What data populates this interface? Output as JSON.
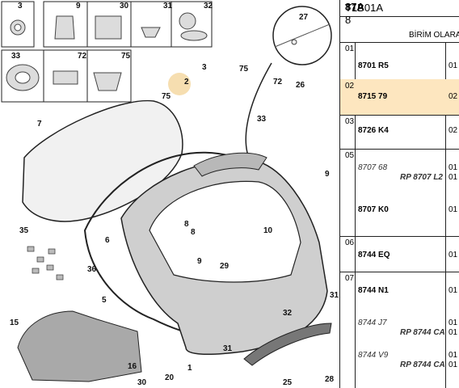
{
  "header": {
    "ref_prefix": "T1B 8",
    "ref_bold": "87A",
    "ref_suffix": "01A"
  },
  "subheader": {
    "label": "BİRİM OLARA"
  },
  "rows": [
    {
      "idx": "01",
      "parts": [
        {
          "text": "8701 R5",
          "style": "bold"
        }
      ],
      "qty": [
        "01"
      ]
    },
    {
      "idx": "02",
      "parts": [
        {
          "text": "8715 79",
          "style": "bold"
        }
      ],
      "qty": [
        "02"
      ],
      "selected": true
    },
    {
      "idx": "03",
      "parts": [
        {
          "text": "8726 K4",
          "style": "bold"
        }
      ],
      "qty": [
        "02"
      ]
    },
    {
      "idx": "05",
      "parts": [
        {
          "text": "8707 68",
          "style": "italic"
        },
        {
          "text": "RP 8707 L2",
          "style": "bolditalic"
        },
        {
          "text": "8707 K0",
          "style": "bold"
        }
      ],
      "qty": [
        "01",
        "01",
        "01"
      ]
    },
    {
      "idx": "06",
      "parts": [
        {
          "text": "8744 EQ",
          "style": "bold"
        }
      ],
      "qty": [
        "01"
      ]
    },
    {
      "idx": "07",
      "parts": [
        {
          "text": "8744 N1",
          "style": "bold"
        },
        {
          "text": "8744 J7",
          "style": "italic"
        },
        {
          "text": "RP 8744 CA",
          "style": "bolditalic"
        },
        {
          "text": "8744 V9",
          "style": "italic"
        },
        {
          "text": "RP 8744 CA",
          "style": "bolditalic"
        }
      ],
      "qty": [
        "01",
        "01",
        "01",
        "01",
        "01"
      ]
    }
  ],
  "thumbnails": [
    "3",
    "9",
    "30",
    "31",
    "32",
    "33",
    "72",
    "75"
  ],
  "callouts": [
    "27",
    "2",
    "3",
    "75",
    "72",
    "26",
    "75",
    "33",
    "7",
    "8",
    "9",
    "35",
    "6",
    "8",
    "10",
    "36",
    "9",
    "29",
    "5",
    "31",
    "32",
    "15",
    "1",
    "31",
    "16",
    "20",
    "30",
    "25",
    "28"
  ]
}
